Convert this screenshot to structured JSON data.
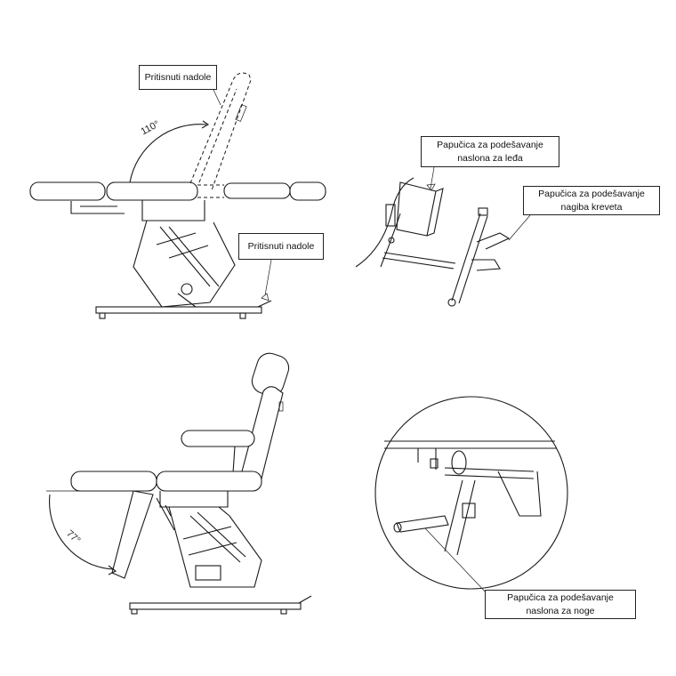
{
  "callouts": {
    "back_top": "Pritisnuti nadole",
    "base_press": "Pritisnuti nadole",
    "backrest_pedal_line1": "Papučica za podešavanje",
    "backrest_pedal_line2": "naslona za leđa",
    "tilt_pedal_line1": "Papučica za podešavanje",
    "tilt_pedal_line2": "nagiba kreveta",
    "leg_pedal_line1": "Papučica za podešavanje",
    "leg_pedal_line2": "naslona za noge"
  },
  "angles": {
    "backrest": "110°",
    "leg": "77°"
  }
}
